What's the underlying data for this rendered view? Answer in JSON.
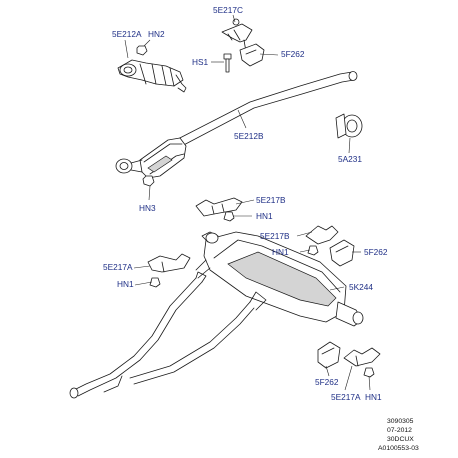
{
  "labels": {
    "5E212A": "5E212A",
    "HN2": "HN2",
    "5E217C": "5E217C",
    "HS1": "HS1",
    "5F262": "5F262",
    "5E212B": "5E212B",
    "5A231": "5A231",
    "HN3": "HN3",
    "5E217B": "5E217B",
    "HN1": "HN1",
    "5E217A": "5E217A",
    "5K244": "5K244"
  },
  "info_block": {
    "code": "3090305",
    "date": "07-2012",
    "model": "30DCUX",
    "ref": "A0100553-03"
  },
  "colors": {
    "label_color": "#1f2f86",
    "line_color": "#1a1a1a",
    "background": "#ffffff"
  }
}
